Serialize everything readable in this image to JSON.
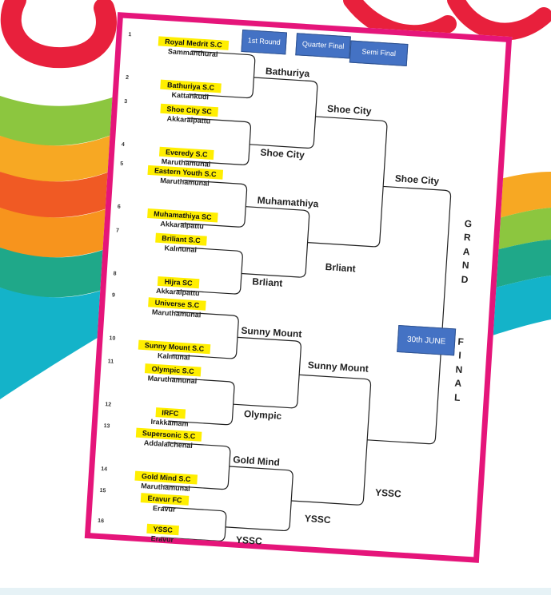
{
  "rounds": [
    "1st Round",
    "Quarter Final",
    "Semi Final"
  ],
  "final_date": "30th JUNE",
  "final_letters_1": [
    "G",
    "R",
    "A",
    "N",
    "D"
  ],
  "final_letters_2": [
    "F",
    "I",
    "N",
    "A",
    "L"
  ],
  "teams": [
    {
      "num": "1",
      "name": "Royal Medrit S.C",
      "loc": "Sammanthurai"
    },
    {
      "num": "2",
      "name": "Bathuriya S.C",
      "loc": "Kattankudi"
    },
    {
      "num": "3",
      "name": "Shoe City SC",
      "loc": "Akkaraipattu"
    },
    {
      "num": "4",
      "name": "Everedy S.C",
      "loc": "Maruthamunai"
    },
    {
      "num": "5",
      "name": "Eastern Youth S.C",
      "loc": "Maruthamunai"
    },
    {
      "num": "6",
      "name": "Muhamathiya SC",
      "loc": "Akkaraipattu"
    },
    {
      "num": "7",
      "name": "Briliant S.C",
      "loc": "Kalmunai"
    },
    {
      "num": "8",
      "name": "Hijra SC",
      "loc": "Akkaraipattu"
    },
    {
      "num": "9",
      "name": "Universe S.C",
      "loc": "Maruthamunai"
    },
    {
      "num": "10",
      "name": "Sunny Mount S.C",
      "loc": "Kalmunai"
    },
    {
      "num": "11",
      "name": "Olympic S.C",
      "loc": "Maruthamunai"
    },
    {
      "num": "12",
      "name": "IRFC",
      "loc": "Irakkamam"
    },
    {
      "num": "13",
      "name": "Supersonic S.C",
      "loc": "Addalaichenai"
    },
    {
      "num": "14",
      "name": "Gold Mind S.C",
      "loc": "Maruthamunai"
    },
    {
      "num": "15",
      "name": "Eravur FC",
      "loc": "Eravur"
    },
    {
      "num": "16",
      "name": "YSSC",
      "loc": "Eravur"
    }
  ],
  "round1_winners": [
    "Bathuriya",
    "Shoe City",
    "Muhamathiya",
    "Brliant",
    "Sunny Mount",
    "Olympic",
    "Gold Mind",
    "YSSC"
  ],
  "quarter_winners": [
    "Shoe City",
    "Brliant",
    "Sunny Mount",
    "YSSC"
  ],
  "semi_winners": [
    "Shoe City",
    "YSSC"
  ],
  "colors": {
    "border": "#e5157a",
    "highlight": "#ffee00",
    "box": "#4472c4"
  }
}
